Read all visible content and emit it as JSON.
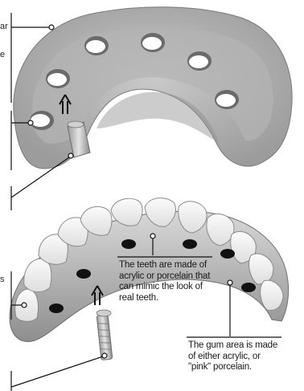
{
  "left_edge_fragments": {
    "top_1": "ar",
    "top_2": "e",
    "mid": "s"
  },
  "captions": {
    "teeth": "The teeth are made of\nacrylic or porcelain that\ncan mimic the look of\nreal teeth.",
    "gum": "The gum area is made\nof either acrylic, or\n\"pink\" porcelain."
  }
}
